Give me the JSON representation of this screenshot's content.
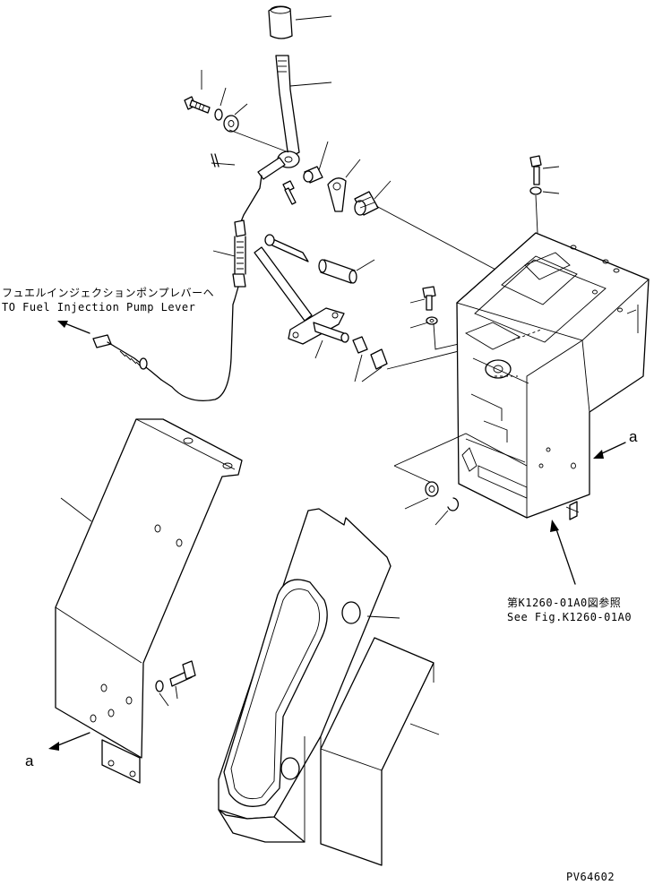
{
  "labels": {
    "fuel_pump_jp": "フュエルインジェクションポンプレバーヘ",
    "fuel_pump_en": "TO Fuel Injection Pump Lever",
    "ref_jp": "第K1260-01A0図参照",
    "ref_en": "See Fig.K1260-01A0",
    "callout_left": "a",
    "callout_right": "a",
    "drawing_id": "PV64602"
  }
}
